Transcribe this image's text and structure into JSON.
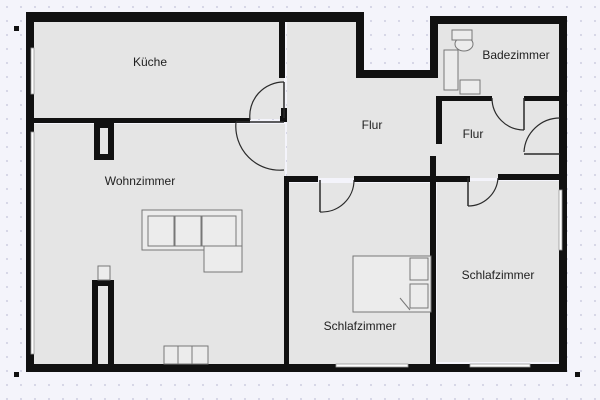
{
  "rooms": {
    "kitchen": "Küche",
    "living": "Wohnzimmer",
    "hall_main": "Flur",
    "hall_side": "Flur",
    "bathroom": "Badezimmer",
    "bedroom_center": "Schlafzimmer",
    "bedroom_right": "Schlafzimmer"
  }
}
